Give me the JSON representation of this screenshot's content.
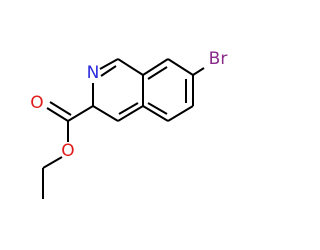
{
  "molecule": {
    "atom_labels": {
      "nitrogen": "N",
      "carbonyl_oxygen": "O",
      "ester_oxygen": "O",
      "bromine": "Br"
    },
    "colors": {
      "bond": "#000000",
      "nitrogen": "#2b2bdc",
      "oxygen": "#e01b1b",
      "bromine": "#8a2a8a"
    }
  }
}
